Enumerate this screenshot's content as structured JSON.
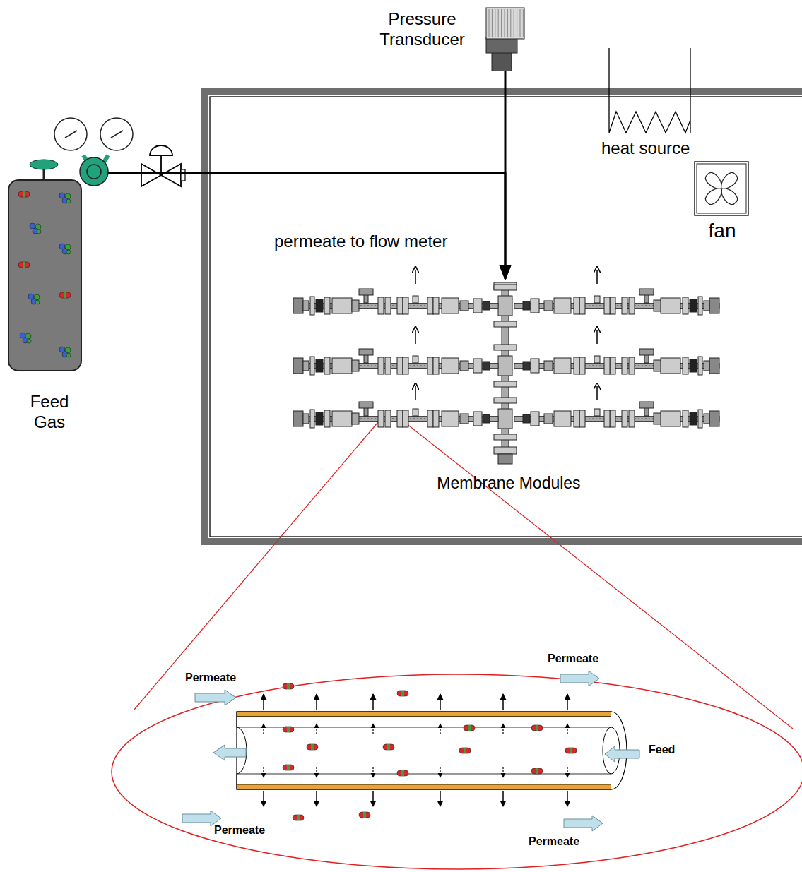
{
  "diagram": {
    "nodes": [
      {
        "text": [
          "Pressure Transducer"
        ]
      },
      {
        "text": [
          "Feed Gas"
        ]
      },
      {
        "text": [
          "fan"
        ]
      },
      {
        "text": [
          "Membrane Modules"
        ]
      }
    ],
    "edges": [
      {
        "from": 1,
        "to": 3,
        "arrow": "to"
      },
      {
        "from": 0,
        "to": 3,
        "arrow": "to"
      }
    ],
    "labels": [
      "heat source",
      "permeate to flow meter",
      "Permeate",
      "Permeate",
      "Permeate",
      "Permeate",
      "Feed"
    ]
  }
}
